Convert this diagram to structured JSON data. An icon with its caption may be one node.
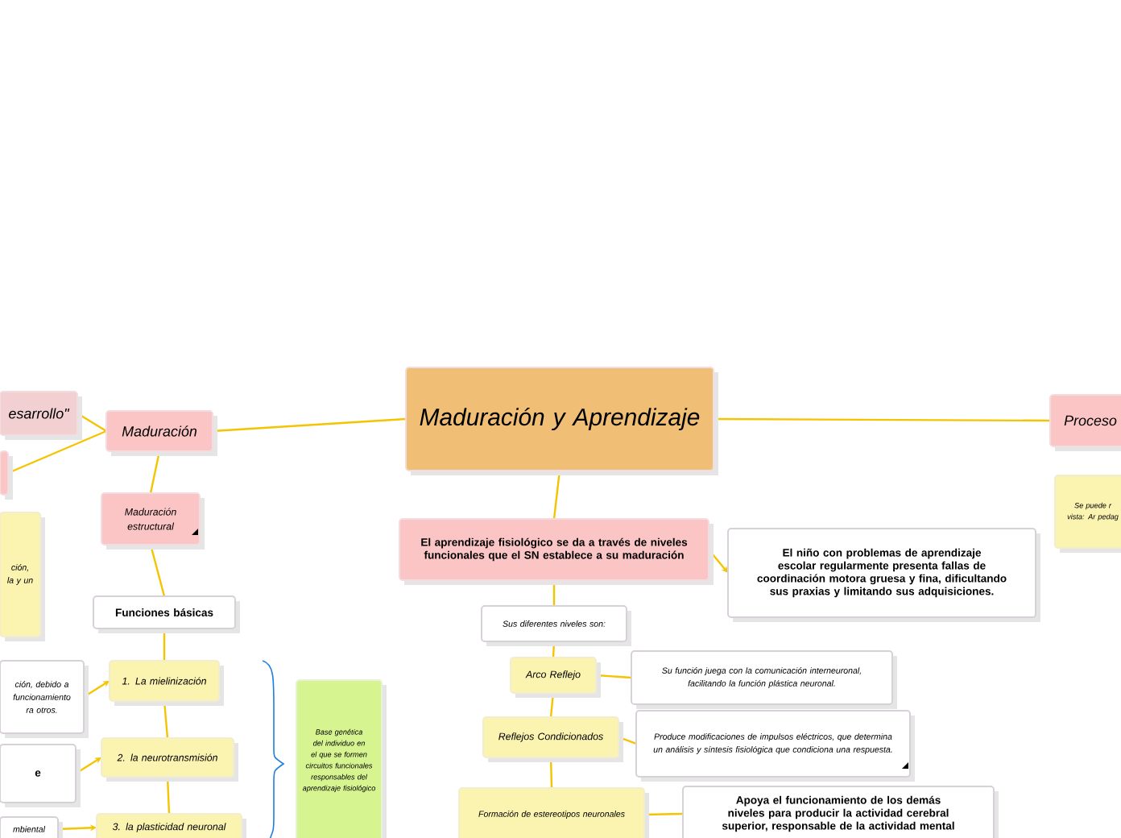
{
  "diagram": {
    "nodes": [
      {
        "text": [
          "Maduración y Aprendizaje"
        ]
      },
      {
        "text": [
          "Maduración"
        ]
      },
      {
        "text": [
          "esarrollo\""
        ]
      },
      {
        "text": [],
        "shape": "box"
      },
      {
        "text": [
          "ción, la y un"
        ]
      },
      {
        "text": [
          "Maduración estructural"
        ]
      },
      {
        "text": [
          "Funciones básicas"
        ]
      },
      {
        "text": [
          "1. La mielinización"
        ]
      },
      {
        "text": [
          "2. la neurotransmisión"
        ]
      },
      {
        "text": [
          "3. la plasticidad neuronal"
        ]
      },
      {
        "text": [
          "ción, debido a funcionamiento ra otros."
        ]
      },
      {
        "text": [
          "e"
        ]
      },
      {
        "text": [
          "mbiental"
        ]
      },
      {
        "text": [
          "Base genética del individuo en el que se formen circuitos funcionales responsables del aprendizaje fisiológico"
        ]
      },
      {
        "text": [
          "El aprendizaje fisiológico se da a través de niveles funcionales que el SN establece a su maduración"
        ]
      },
      {
        "text": [
          "El niño con problemas de aprendizaje escolar regularmente presenta fallas de coordinación motora gruesa y fina, dificultando sus praxias y limitando sus adquisiciones."
        ]
      },
      {
        "text": [
          "Sus diferentes niveles son:"
        ]
      },
      {
        "text": [
          "Arco Reflejo"
        ]
      },
      {
        "text": [
          "Su función juega con la comunicación interneuronal, facilitando la función plástica neuronal."
        ]
      },
      {
        "text": [
          "Reflejos Condicionados"
        ]
      },
      {
        "text": [
          "Produce modificaciones de impulsos eléctricos, que determina un análisis y síntesis fisiológica que condiciona una respuesta."
        ]
      },
      {
        "text": [
          "Formación de estereotipos neuronales"
        ]
      },
      {
        "text": [
          "Apoya el funcionamiento de los demás niveles para producir la actividad cerebral superior, responsable de la actividad mental"
        ]
      },
      {
        "text": [
          "Proceso"
        ]
      },
      {
        "text": [
          "Se puede r vista: Ar pedag"
        ]
      }
    ],
    "edges": [
      {
        "from": 0,
        "to": 1,
        "arrow": "none"
      },
      {
        "from": 0,
        "to": 23,
        "arrow": "none"
      },
      {
        "from": 0,
        "to": 14,
        "arrow": "none"
      },
      {
        "from": 1,
        "to": 2,
        "arrow": "none"
      },
      {
        "from": 1,
        "to": 3,
        "arrow": "none"
      },
      {
        "from": 1,
        "to": 5,
        "arrow": "none"
      },
      {
        "from": 5,
        "to": 6,
        "arrow": "none"
      },
      {
        "from": 6,
        "to": 7,
        "arrow": "none"
      },
      {
        "from": 7,
        "to": 8,
        "arrow": "none"
      },
      {
        "from": 8,
        "to": 9,
        "arrow": "none"
      },
      {
        "from": 10,
        "to": 7,
        "arrow": "to"
      },
      {
        "from": 11,
        "to": 8,
        "arrow": "to"
      },
      {
        "from": 12,
        "to": 9,
        "arrow": "to"
      },
      {
        "from": 14,
        "to": 15,
        "arrow": "to"
      },
      {
        "from": 14,
        "to": 16,
        "arrow": "none"
      },
      {
        "from": 16,
        "to": 17,
        "arrow": "none"
      },
      {
        "from": 17,
        "to": 18,
        "arrow": "none"
      },
      {
        "from": 17,
        "to": 19,
        "arrow": "none"
      },
      {
        "from": 19,
        "to": 20,
        "arrow": "none"
      },
      {
        "from": 19,
        "to": 21,
        "arrow": "none"
      },
      {
        "from": 21,
        "to": 22,
        "arrow": "none"
      }
    ]
  }
}
